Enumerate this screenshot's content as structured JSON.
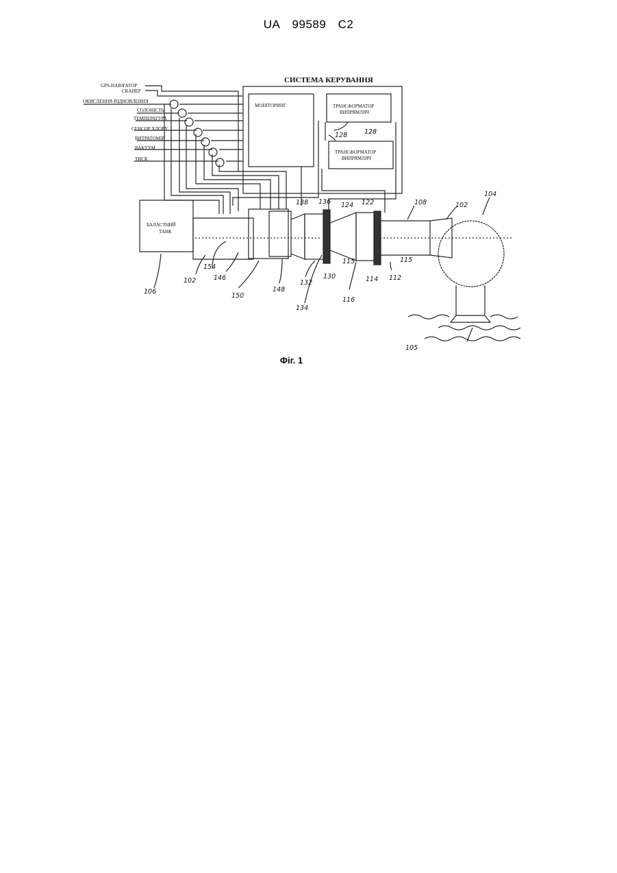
{
  "header": {
    "country": "UA",
    "number": "99589",
    "kind": "C2"
  },
  "figure": {
    "caption": "Фіг. 1",
    "control_system_title": "СИСТЕМА КЕРУВАННЯ",
    "monitoring": "МОНІТОРИНГ",
    "transformer_top": [
      "ТРАНСФОРМАТОР",
      "ВИПРЯМЛЯЧ"
    ],
    "transformer_bottom": [
      "ТРАНСФОРМАТОР",
      "ВИПРЯМЛЯЧ"
    ],
    "ballast_tank": [
      "БАЛАСТНИЙ",
      "ТАНК"
    ],
    "sensors": [
      "GPS-НАВІГАТОР",
      "СКАНЕР",
      "ОКИСЛЕННЯ-ВІДНОВЛЕННЯ",
      "СОЛОНІСТЬ",
      "ТЕМПЕРАТУРА",
      "СЕНСОР ХЛОРУ",
      "ВИТРАТОМІР",
      "ВАКУУМ",
      "ТИСК"
    ],
    "refs": {
      "r128a": "128",
      "r128b": "128",
      "r104": "104",
      "r108": "108",
      "r102a": "102",
      "r102b": "102",
      "r122": "122",
      "r124": "124",
      "r136": "136",
      "r138": "138",
      "r106": "106",
      "r154": "154",
      "r146": "146",
      "r150": "150",
      "r148": "148",
      "r132": "132",
      "r134": "134",
      "r130": "130",
      "r115a": "115",
      "r115b": "115",
      "r116": "116",
      "r114": "114",
      "r112": "112",
      "r105": "105"
    }
  }
}
